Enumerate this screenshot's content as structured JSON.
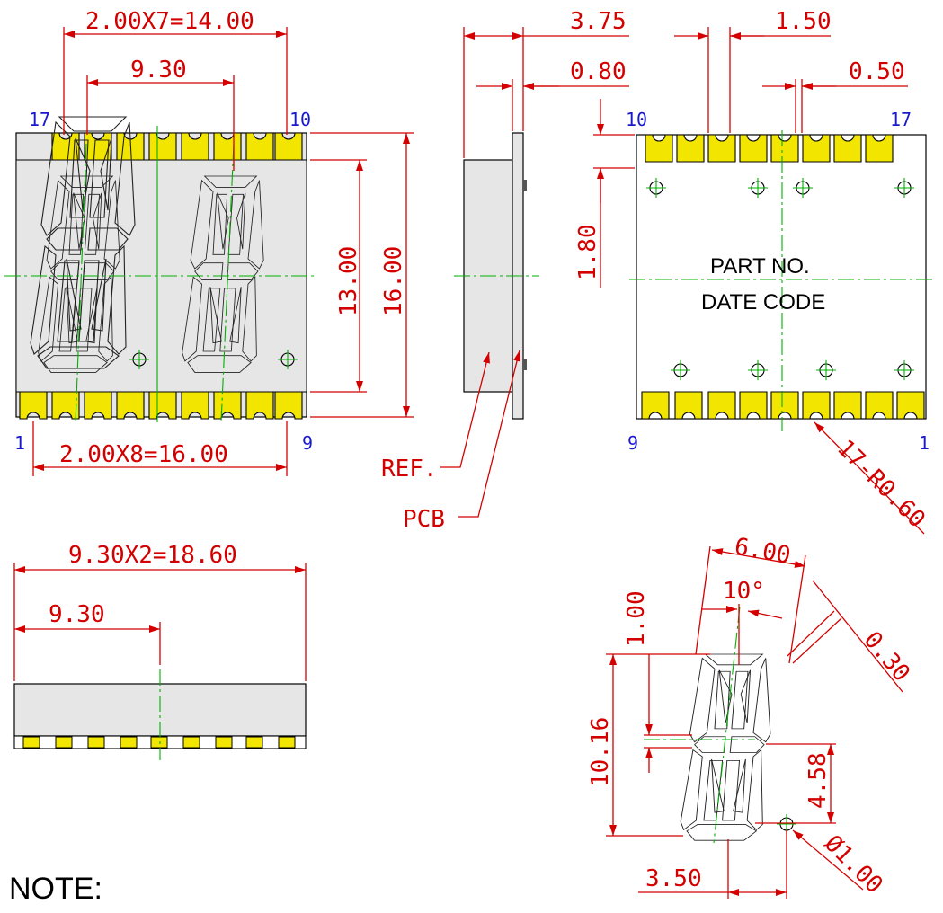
{
  "front_view": {
    "dim_pitch_top": "2.00X7=14.00",
    "dim_digit_pitch": "9.30",
    "dim_body_inner": "13.00",
    "dim_body_height": "16.00",
    "dim_pitch_bottom": "2.00X8=16.00",
    "pin_top_left": "17",
    "pin_top_right": "10",
    "pin_bottom_left": "1",
    "pin_bottom_right": "9"
  },
  "side_view": {
    "dim_depth": "3.75",
    "dim_pcb": "0.80",
    "label_ref": "REF.",
    "label_pcb": "PCB"
  },
  "back_view": {
    "dim_pad_width": "1.50",
    "dim_pad_gap": "0.50",
    "dim_pad_height": "1.80",
    "text_part_no": "PART NO.",
    "text_date_code": "DATE CODE",
    "pin_top_left": "10",
    "pin_top_right": "17",
    "pin_bottom_left": "9",
    "pin_bottom_right": "1",
    "dim_radius": "17-R0.60"
  },
  "bottom_view": {
    "dim_total_width": "9.30X2=18.60",
    "dim_half_width": "9.30"
  },
  "segment_detail": {
    "dim_width": "6.00",
    "dim_angle": "10°",
    "dim_seg_gap": "1.00",
    "dim_stroke": "0.30",
    "dim_height": "10.16",
    "dim_lower_height": "4.58",
    "dim_dp_offset": "3.50",
    "dim_dp_diameter": "Ø1.00"
  },
  "notes": {
    "title": "NOTE:"
  },
  "colors": {
    "dimension": "#d40000",
    "pin_number": "#1a1acc",
    "center_line": "#00b000",
    "pad": "#f2e600",
    "body": "#e6e6e6"
  }
}
